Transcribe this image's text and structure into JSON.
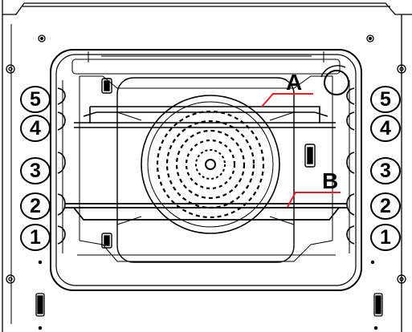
{
  "shelf_positions": [
    "1",
    "2",
    "3",
    "4",
    "5"
  ],
  "accessories": {
    "a": {
      "label": "A"
    },
    "b": {
      "label": "B"
    }
  },
  "colors": {
    "line": "#000000",
    "background": "#ffffff",
    "pointer": "#e0202a"
  }
}
